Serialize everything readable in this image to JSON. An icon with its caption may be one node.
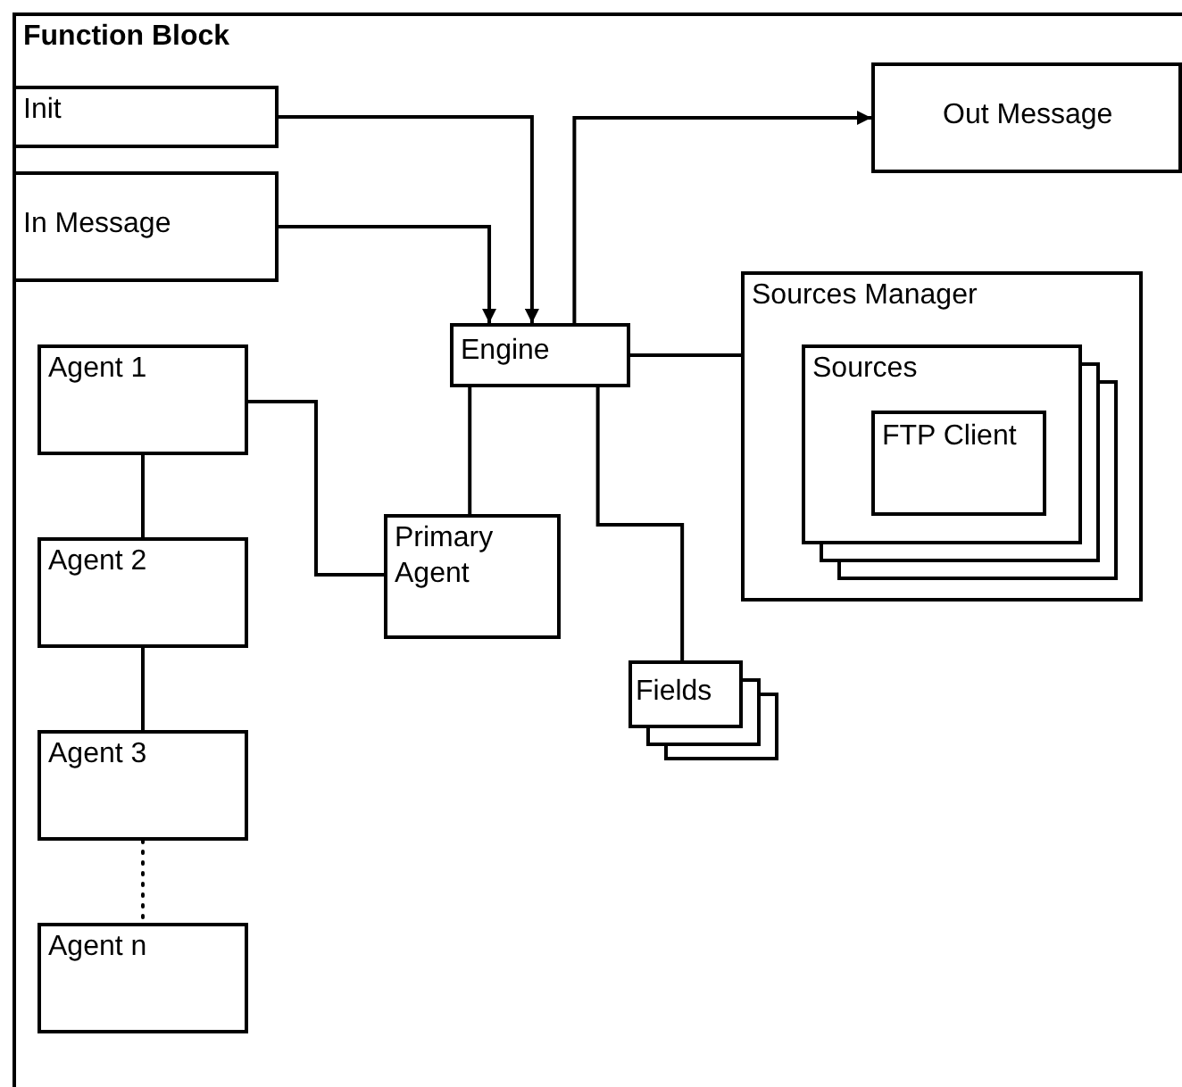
{
  "diagram": {
    "nodes": [
      {
        "text": [
          "Function Block"
        ]
      },
      {
        "text": [
          "Init"
        ],
        "in": 0
      },
      {
        "text": [
          "Out Message"
        ],
        "in": 0
      },
      {
        "text": [
          "In Message"
        ],
        "in": 0
      },
      {
        "text": [
          "Engine"
        ],
        "in": 0
      },
      {
        "text": [
          "Sources Manager"
        ],
        "in": 0
      },
      {
        "text": [
          "Sources"
        ],
        "in": 5
      },
      {
        "text": [
          "FTP Client"
        ],
        "in": 6
      },
      {
        "text": [
          "Agent 1"
        ],
        "in": 0
      },
      {
        "text": [
          "Primary Agent"
        ],
        "in": 0
      },
      {
        "text": [
          "Agent 2"
        ],
        "in": 0
      },
      {
        "text": [
          "Fields"
        ],
        "in": 0
      },
      {
        "text": [
          "Agent 3"
        ],
        "in": 0
      },
      {
        "text": [
          "Agent n"
        ],
        "in": 0
      }
    ],
    "edges": [
      {
        "from": 1,
        "to": 4,
        "arrow": "to"
      },
      {
        "from": 3,
        "to": 4,
        "arrow": "to"
      },
      {
        "from": 4,
        "to": 2,
        "arrow": "to"
      },
      {
        "from": 4,
        "to": 5,
        "arrow": "none"
      },
      {
        "from": 4,
        "to": 9,
        "arrow": "none"
      },
      {
        "from": 4,
        "to": 11,
        "arrow": "none"
      },
      {
        "from": 8,
        "to": 9,
        "arrow": "none"
      },
      {
        "from": 8,
        "to": 10,
        "arrow": "none"
      },
      {
        "from": 10,
        "to": 12,
        "arrow": "none"
      },
      {
        "from": 12,
        "to": 13,
        "arrow": "none",
        "style": "dashed"
      }
    ]
  }
}
